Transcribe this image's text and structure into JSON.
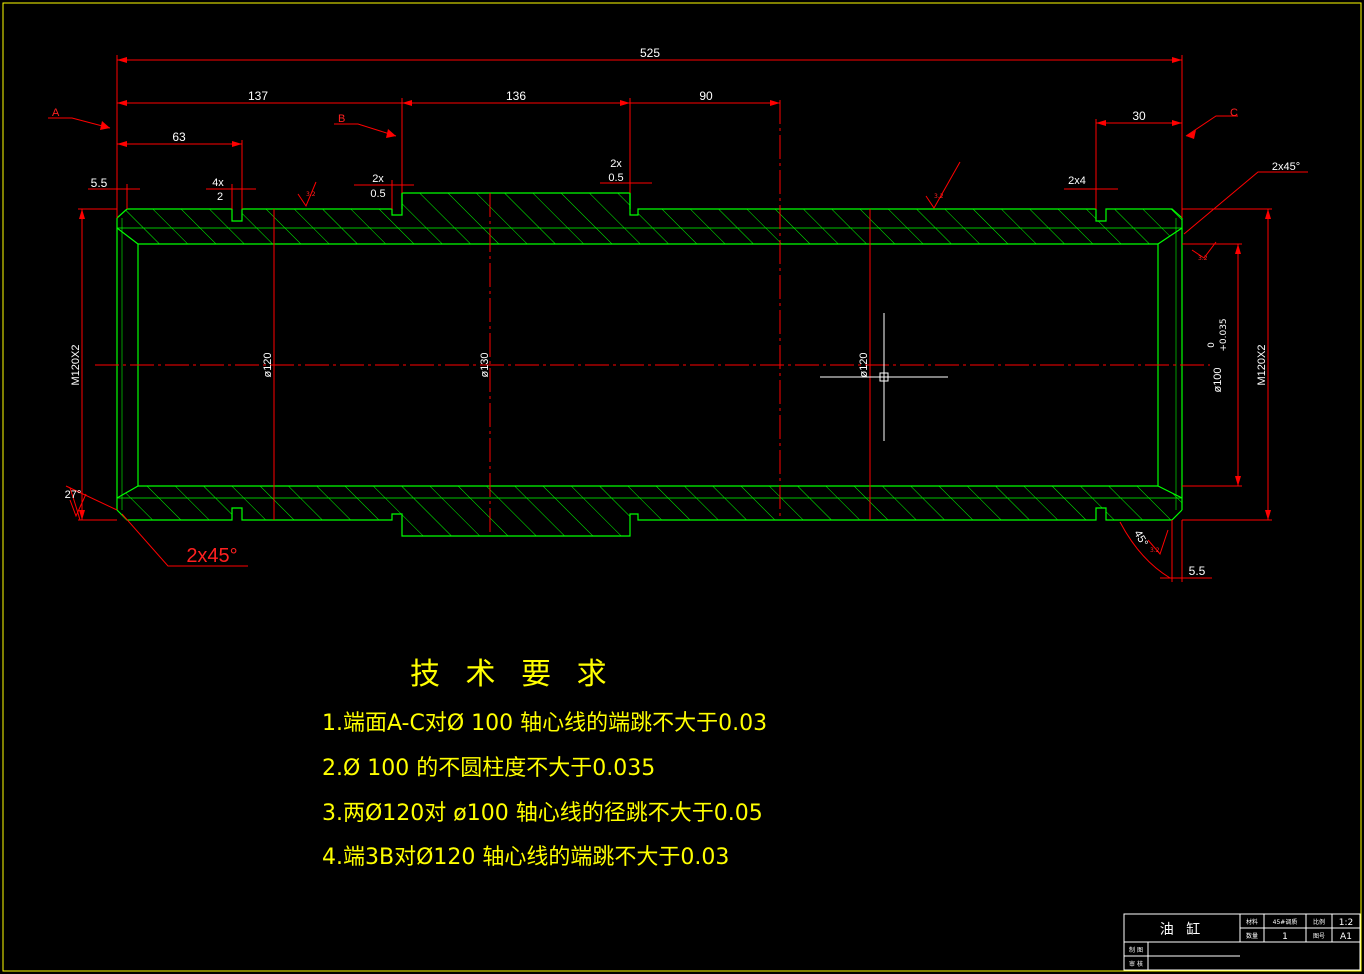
{
  "dimensions": {
    "overall": "525",
    "left_section": "137",
    "middle_section": "136",
    "right_section": "90",
    "left_groove_distance": "63",
    "right_groove_distance": "30",
    "left_end": "5.5",
    "right_end": "5.5",
    "groove_a_top": "4x",
    "groove_a_bottom": "2",
    "groove_b_top": "2x",
    "groove_b_bottom": "0.5",
    "groove_c_top": "2x",
    "groove_c_bottom": "0.5",
    "groove_d": "2x4",
    "chamfer_right": "2x45°",
    "chamfer_left": "2x45°",
    "chamfer_angle_left": "27°",
    "chamfer_angle_right": "45°",
    "dia_left": "ø120",
    "dia_middle": "ø130",
    "dia_right": "ø120",
    "thread_left": "M120X2",
    "thread_right": "M120X2",
    "bore_dia": "ø100",
    "bore_tol_upper": "0",
    "bore_tol_lower": "+0.035",
    "roughness": "3.2"
  },
  "datums": {
    "a": "A",
    "b": "B",
    "c": "C"
  },
  "requirements": {
    "title": "技 术 要 求",
    "items": [
      "1.端面A-C对Ø 100 轴心线的端跳不大于0.03",
      "2.Ø 100 的不圆柱度不大于0.035",
      "3.两Ø120对 ø100 轴心线的径跳不大于0.05",
      "4.端3B对Ø120 轴心线的端跳不大于0.03"
    ]
  },
  "title_block": {
    "part_name": "油 缸",
    "material_label": "材料",
    "material_value": "45#调质",
    "scale_label": "比例",
    "scale_value": "1:2",
    "quantity_label": "数量",
    "quantity_value": "1",
    "drawing_no_label": "图号",
    "drawing_no_value": "A1",
    "drawn_label": "制 图",
    "checked_label": "审 核"
  },
  "colors": {
    "background": "#000000",
    "part_outline": "#00ff00",
    "dimension": "#ff0000",
    "text": "#ffffff",
    "notes": "#ffff00",
    "frame": "#ffff00"
  },
  "icons": {
    "cursor": "crosshair-cursor-icon"
  }
}
